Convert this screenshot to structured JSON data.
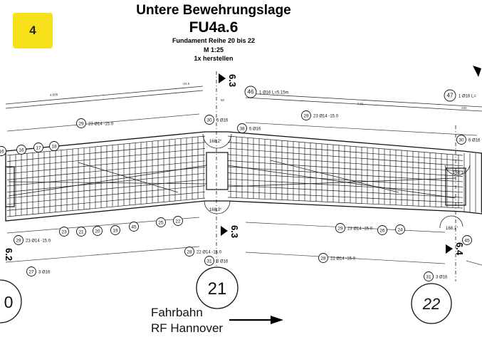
{
  "badge": "4",
  "title": {
    "line1": "Untere Bewehrungslage",
    "line2": "FU4a.6",
    "line3": "Fundament Reihe 20 bis 22",
    "line4": "M 1:25",
    "line5": "1x herstellen"
  },
  "axes": {
    "left": "0",
    "mid": "21",
    "right": "22"
  },
  "sections": {
    "s63": "6.3",
    "s62": "6.2",
    "s64": "6.4"
  },
  "direction": {
    "line1": "Fahrbahn",
    "line2": "RF Hannover"
  },
  "positions": [
    {
      "num": "46",
      "text": "1 Ø16 L=5.15m"
    },
    {
      "num": "47",
      "text": "1 Ø16 L="
    },
    {
      "num": "29",
      "text": "23 Ø14 -15.0"
    },
    {
      "num": "29",
      "text": "23 Ø14 -15.0"
    },
    {
      "num": "30",
      "text": "5 Ø16"
    },
    {
      "num": "38",
      "text": "6 Ø16"
    },
    {
      "num": "30",
      "text": "6 Ø16"
    },
    {
      "num": "16",
      "text": ""
    },
    {
      "num": "17",
      "text": ""
    },
    {
      "num": "18",
      "text": ""
    },
    {
      "num": "29",
      "text": "23 Ø14 -15.0"
    },
    {
      "num": "23",
      "text": ""
    },
    {
      "num": "21",
      "text": ""
    },
    {
      "num": "20",
      "text": ""
    },
    {
      "num": "19",
      "text": ""
    },
    {
      "num": "45",
      "text": ""
    },
    {
      "num": "25",
      "text": ""
    },
    {
      "num": "22",
      "text": ""
    },
    {
      "num": "29",
      "text": "23 Ø14 -15.0"
    },
    {
      "num": "26",
      "text": ""
    },
    {
      "num": "24",
      "text": ""
    },
    {
      "num": "28",
      "text": "22 Ø14 -15.0"
    },
    {
      "num": "28",
      "text": "22 Ø14 -15.0"
    },
    {
      "num": "31",
      "text": "3 Ø16"
    },
    {
      "num": "31",
      "text": "3 Ø16"
    },
    {
      "num": "27",
      "text": "3 Ø16"
    },
    {
      "num": "45",
      "text": ""
    },
    {
      "num": "16",
      "text": ""
    }
  ],
  "angles": [
    "168.2°",
    "168.3°",
    "168.1°",
    "168.1°"
  ],
  "dims": [
    "4.005",
    "-04.5",
    "-3.86-",
    "60",
    "480"
  ]
}
